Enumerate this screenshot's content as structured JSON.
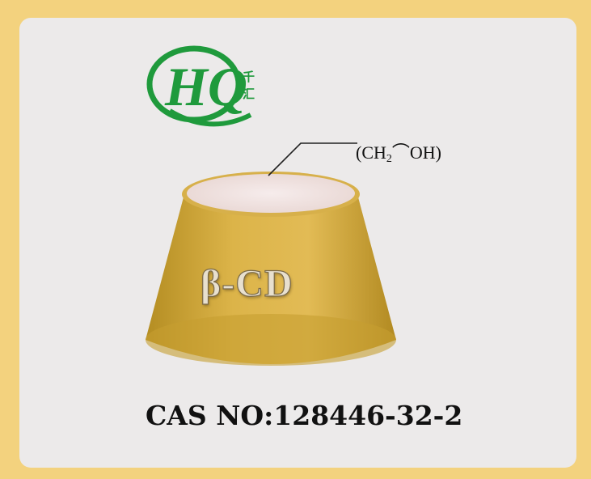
{
  "logo": {
    "letters": "HQ",
    "subtitle_line1": "千",
    "subtitle_line2": "汇",
    "color": "#1f9a3c"
  },
  "molecule": {
    "formula_prefix": "(CH",
    "formula_sub": "2",
    "formula_suffix": "⌒OH)",
    "label": "β-CD"
  },
  "cas": {
    "text": "CAS NO:128446-32-2"
  },
  "colors": {
    "frame": "#f3d27e",
    "card": "#eceaea",
    "cone": "#d4ad3e",
    "top": "#f2e5e5"
  }
}
